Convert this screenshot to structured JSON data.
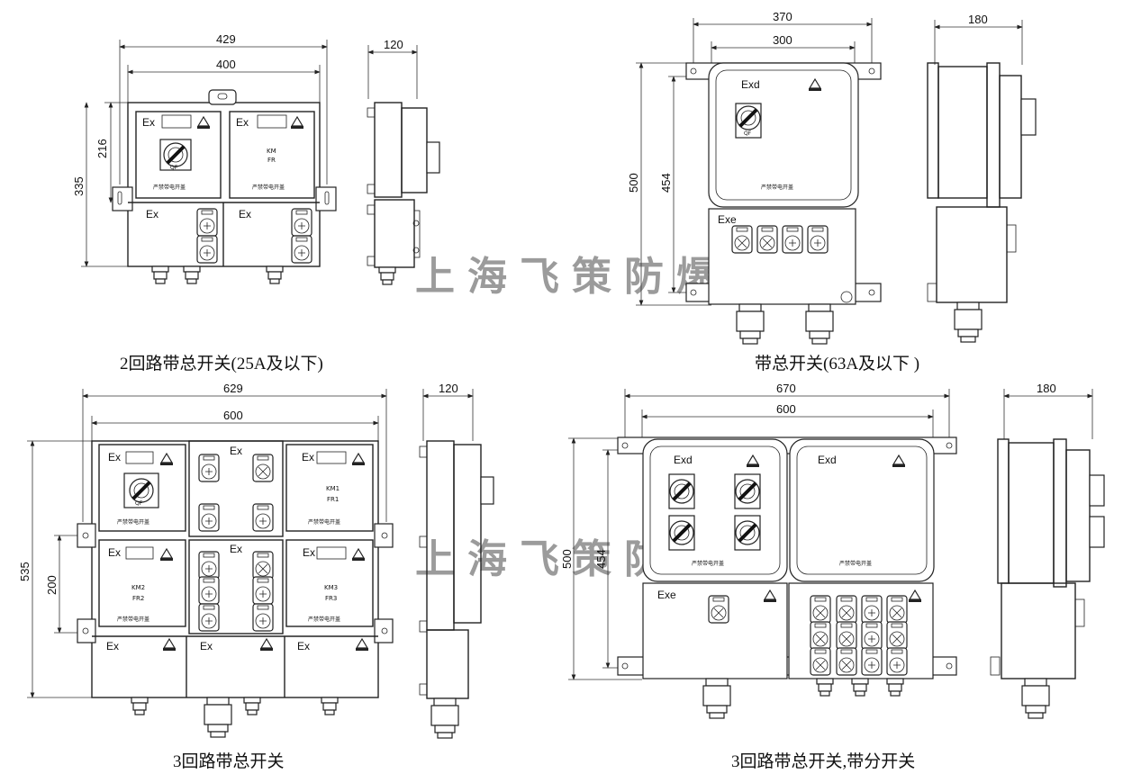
{
  "captions": {
    "tl": "2回路带总开关(25A及以下)",
    "tr": "带总开关(63A及以下 )",
    "bl": "3回路带总开关",
    "br": "3回路带总开关,带分开关"
  },
  "watermark": "上海飞策防爆",
  "labels": {
    "ex": "Ex",
    "exd": "Exd",
    "exe": "Exe",
    "qf": "QF",
    "warning": "严禁带电开盖",
    "km": "KM",
    "fr": "FR",
    "km1": "KM1",
    "fr1": "FR1",
    "km2": "KM2",
    "fr2": "FR2",
    "km3": "KM3",
    "fr3": "FR3"
  },
  "dims": {
    "tl_w1": "429",
    "tl_w2": "400",
    "tl_h1": "216",
    "tl_h2": "335",
    "tl_side": "120",
    "tr_w1": "370",
    "tr_w2": "300",
    "tr_h1": "500",
    "tr_h2": "454",
    "tr_side": "180",
    "bl_w1": "629",
    "bl_w2": "600",
    "bl_h1": "535",
    "bl_h2": "200",
    "bl_side": "120",
    "br_w1": "670",
    "br_w2": "600",
    "br_h1": "500",
    "br_h2": "454",
    "br_side": "180"
  }
}
